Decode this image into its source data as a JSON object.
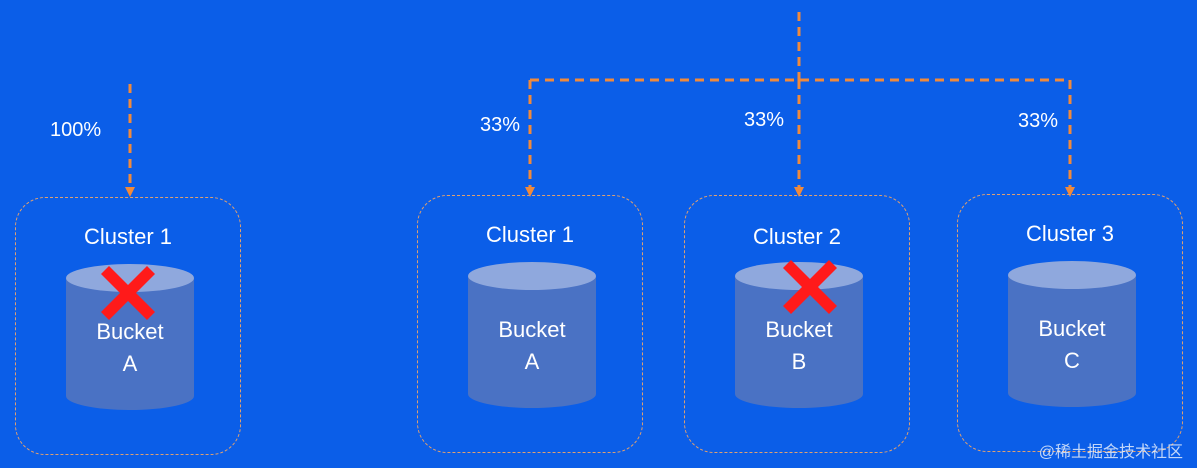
{
  "colors": {
    "background": "#0b5ee8",
    "arrow": "#f08a3c",
    "cluster_border": "#e0a070",
    "bucket_body": "#4a72c4",
    "bucket_top": "#8fa8dd",
    "fail_mark": "#ff1a1a"
  },
  "left": {
    "percent": "100%",
    "cluster": {
      "title": "Cluster 1",
      "bucket_line1": "Bucket",
      "bucket_line2": "A",
      "failed": true
    }
  },
  "right": {
    "clusters": [
      {
        "percent": "33%",
        "title": "Cluster 1",
        "bucket_line1": "Bucket",
        "bucket_line2": "A",
        "failed": false
      },
      {
        "percent": "33%",
        "title": "Cluster 2",
        "bucket_line1": "Bucket",
        "bucket_line2": "B",
        "failed": true
      },
      {
        "percent": "33%",
        "title": "Cluster 3",
        "bucket_line1": "Bucket",
        "bucket_line2": "C",
        "failed": false
      }
    ]
  },
  "watermark": "@稀土掘金技术社区"
}
